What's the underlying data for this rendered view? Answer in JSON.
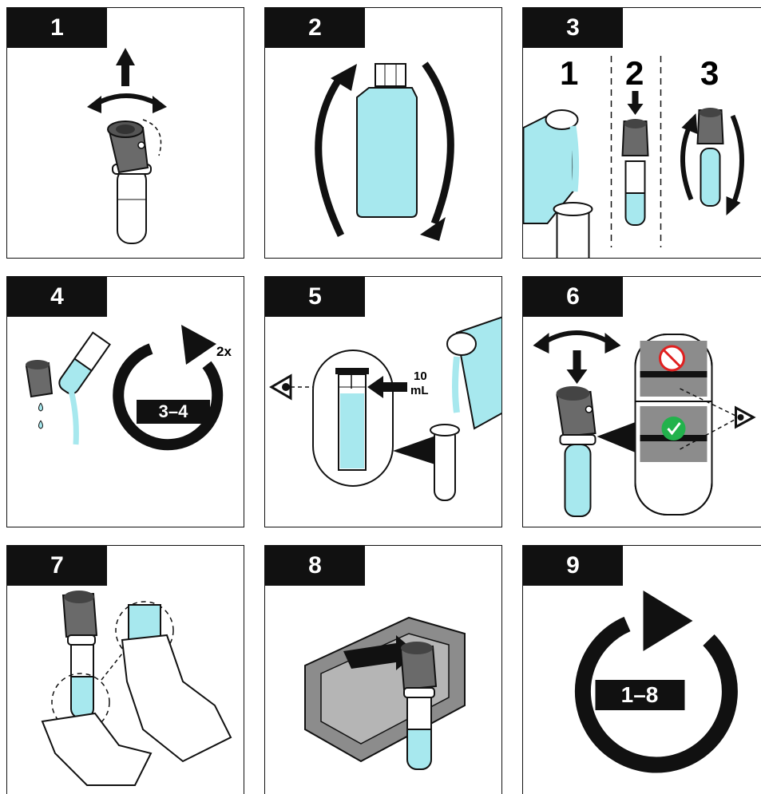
{
  "steps": [
    {
      "number": "1"
    },
    {
      "number": "2"
    },
    {
      "number": "3",
      "substeps": [
        "1",
        "2",
        "3"
      ]
    },
    {
      "number": "4",
      "repeat_count": "2x",
      "range_label": "3–4"
    },
    {
      "number": "5",
      "volume_value": "10",
      "volume_unit": "mL"
    },
    {
      "number": "6"
    },
    {
      "number": "7"
    },
    {
      "number": "8"
    },
    {
      "number": "9",
      "range_label": "1–8"
    }
  ],
  "colors": {
    "liquid": "#a7e8ee",
    "frame_gray": "#8c8c8c",
    "cap_gray": "#6a6a6a",
    "prohibited_red": "#e02020",
    "check_green": "#22b24c",
    "tab_black": "#111111"
  },
  "icons": [
    "up-arrow-icon",
    "rotate-arrow-icon",
    "eye-icon",
    "prohibited-icon",
    "checkmark-icon",
    "repeat-arrow-icon"
  ]
}
